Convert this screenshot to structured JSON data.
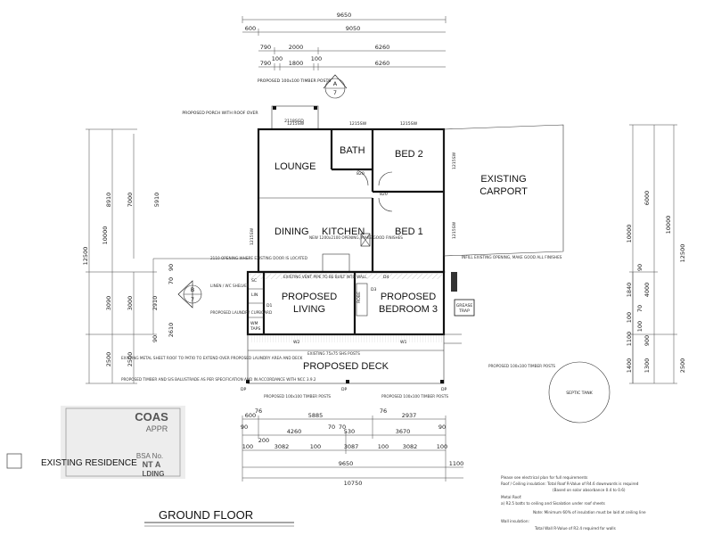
{
  "dims_top": {
    "overall": "9650",
    "left_600": "600",
    "span_9050": "9050",
    "r1_790": "790",
    "r1_2000": "2000",
    "r1_6260": "6260",
    "r2_790": "790",
    "r2_100a": "100",
    "r2_1800": "1800",
    "r2_100b": "100",
    "r2_6260": "6260"
  },
  "dims_left": {
    "d12500": "12500",
    "d10000": "10000",
    "d8910": "8910",
    "d7000": "7000",
    "d5910": "5910",
    "d3090": "3090",
    "d3000": "3000",
    "d2910": "2910",
    "d2500": "2500",
    "d2500b": "2500",
    "d2610": "2610",
    "d90a": "90",
    "d90b": "90",
    "d70": "70"
  },
  "dims_right": {
    "d10000": "10000",
    "d6000": "6000",
    "d12500": "12500",
    "d2500": "2500",
    "d4000": "4000",
    "d1840": "1840",
    "d1100": "1100",
    "d1400": "1400",
    "d1300": "1300",
    "d900": "900",
    "d100a": "100",
    "d100b": "100",
    "d70": "70",
    "d90": "90"
  },
  "dims_bottom": {
    "b76a": "76",
    "b76b": "76",
    "b600": "600",
    "b5885": "5885",
    "b2937": "2937",
    "b90a": "90",
    "b70a": "70",
    "b70b": "70",
    "b90b": "90",
    "b4260": "4260",
    "b530": "530",
    "b3670": "3670",
    "b200": "200",
    "b100a": "100",
    "b3082a": "3082",
    "b100b": "100",
    "b3087": "3087",
    "b100c": "100",
    "b3082b": "3082",
    "b100d": "100",
    "b9650": "9650",
    "b1100": "1100",
    "b10750": "10750"
  },
  "rooms": {
    "lounge": "LOUNGE",
    "bath": "BATH",
    "bed2": "BED 2",
    "dining": "DINING",
    "kitchen": "KITCHEN",
    "bed1": "BED 1",
    "existing_carport_1": "EXISTING",
    "existing_carport_2": "CARPORT",
    "proposed_living_1": "PROPOSED",
    "proposed_living_2": "LIVING",
    "proposed_bed3_1": "PROPOSED",
    "proposed_bed3_2": "BEDROOM 3",
    "proposed_deck": "PROPOSED DECK",
    "septic": "SEPTIC TANK",
    "grease_trap_1": "GREASE",
    "grease_trap_2": "TRAP",
    "linen": "LINEN / WC SHELVES",
    "laundry": "PROPOSED LAUNDRY CUPBOARD",
    "wm": "WM",
    "taps": "TAPS"
  },
  "window_tags": {
    "w2": "W2",
    "w1": "W1",
    "d1": "D1",
    "d3": "D3",
    "d4": "D4",
    "w_a": "1215SW",
    "w_b": "1215SW",
    "w_c": "1215SW",
    "w_d": "1215SW",
    "w_e": "1215SW",
    "d_porch": "2118SGD",
    "d820a": "820",
    "d820b": "820",
    "robe": "ROBE"
  },
  "annotations": {
    "porch_posts": "PROPOSED 100x100 TIMBER POSTS",
    "porch_roof": "PROPOSED PORCH WITH ROOF OVER",
    "existing_opening": "2110 OPENING WHERE EXISTING DOOR IS LOCATED",
    "new_opening": "NEW 1200x2100 OPENING, MAKE GOOD FINISHES",
    "infill": "INFILL EXISTING OPENING, MAKE GOOD ALL FINISHES",
    "vent_pipe": "EXISTING VENT PIPE TO BE BUILT INTO WALL",
    "existing_posts": "EXISTING 75x75 SHS POSTS",
    "metal_roof": "EXISTING METAL SHEET ROOF TO PATIO TO EXTEND OVER PROPOSED LAUNDRY AREA AND DECK",
    "balustrade": "PROPOSED TIMBER AND S/S BALUSTRADE AS PER SPECIFICATION AND IN ACCORDANCE WITH NCC 3.9.2",
    "posts_bottom_left": "PROPOSED 100x100 TIMBER POSTS",
    "posts_bottom_right": "PROPOSED 100x100 TIMBER POSTS",
    "posts_right": "PROPOSED 100x100 TIMBER POSTS",
    "dp_left": "DP",
    "dp_mid": "DP",
    "dp_right": "DP"
  },
  "section_markers": {
    "a_letter": "A",
    "a_num": "7",
    "b_letter": "B",
    "b_num": "7"
  },
  "stamp": {
    "line1": "COAS",
    "line2": "APPR",
    "line3": "BSA No.",
    "line4": "NT A",
    "line5": "LDING"
  },
  "legend": {
    "existing_residence": "EXISTING RESIDENCE"
  },
  "title": "GROUND FLOOR",
  "notes": {
    "n1": "Please see electrical plan for full requirements",
    "n2": "Roof / Ceiling insulation: Total Roof R-Value of R4.6 downwards is required",
    "n3": "(Based on solar absorbance 0.4 to 0.6)",
    "n4": "Metal Roof:",
    "n5": "a) R2.5 batts to ceiling and Sisalation under roof sheets",
    "n6": "Note: Minimum 60% of insulation must be laid at ceiling line",
    "n7": "Wall insulation:",
    "n8": "Total Wall R-Value of R2.4 required for walls"
  },
  "colors": {
    "ink": "#111111",
    "hatch": "#777777",
    "page": "#ffffff"
  }
}
